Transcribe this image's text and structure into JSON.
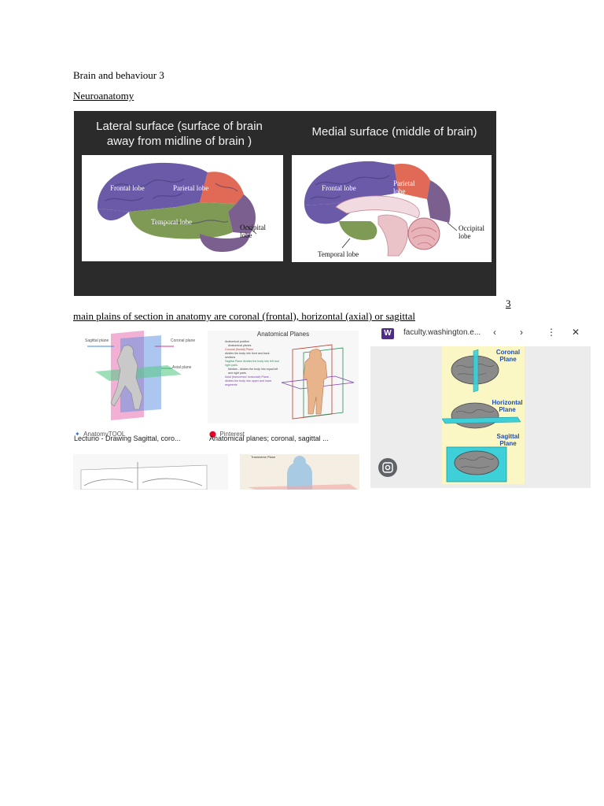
{
  "doc": {
    "title": "Brain and behaviour 3",
    "heading": "Neuroanatomy",
    "footnote": "3",
    "body_line": "main plains of section in anatomy are coronal (frontal), horizontal (axial) or sagittal"
  },
  "figure": {
    "left_title_1": "Lateral surface (surface of brain",
    "left_title_2": "away from midline of brain )",
    "right_title": "Medial surface (middle of brain)",
    "lateral_labels": {
      "frontal": "Frontal lobe",
      "parietal": "Parietal lobe",
      "temporal": "Temporal lobe",
      "occipital_1": "Occipital",
      "occipital_2": "lobe"
    },
    "medial_labels": {
      "frontal": "Frontal lobe",
      "parietal_1": "Parietal",
      "parietal_2": "lobe",
      "temporal": "Temporal lobe",
      "occipital_1": "Occipital",
      "occipital_2": "lobe"
    }
  },
  "search_results": {
    "card1": {
      "source": "AnatomyTOOL",
      "caption": "Lecturio - Drawing Sagittal, coro...",
      "labels": {
        "sagittal": "Sagittal plane",
        "coronal": "Coronal plane",
        "axial": "Axial plane"
      }
    },
    "card2": {
      "title": "Anatomical Planes",
      "source": "Pinterest",
      "caption": "Anatomical planes; coronal, sagittal ...",
      "bullets": [
        "Anatomical position",
        "Anatomical planes",
        "Coronal (frontal) Plane",
        "divides the body into front and back sections",
        "Sagittal Plane divides the body into left and right parts",
        "Median - divides the body into equal left and right parts",
        "Axial (transverse/ horizontal) Plane - divides the body into upper and lower segments"
      ]
    },
    "card4": {
      "title": "Transverse Plane"
    }
  },
  "viewer": {
    "site_letter": "W",
    "url": "faculty.washington.e...",
    "icons": [
      "chevron-left-icon",
      "chevron-right-icon",
      "more-vert-icon",
      "close-icon",
      "lens-icon"
    ],
    "planes": {
      "coronal_1": "Coronal",
      "coronal_2": "Plane",
      "horizontal_1": "Horizontal",
      "horizontal_2": "Plane",
      "sagittal_1": "Sagittal",
      "sagittal_2": "Plane"
    }
  },
  "colors": {
    "frontal": "#6a5aa8",
    "parietal": "#e06a55",
    "temporal": "#7f9a55",
    "occipital": "#7a5f8f",
    "plane_cyan": "#3ed0d8",
    "plane_bg": "#fbf7c4"
  }
}
